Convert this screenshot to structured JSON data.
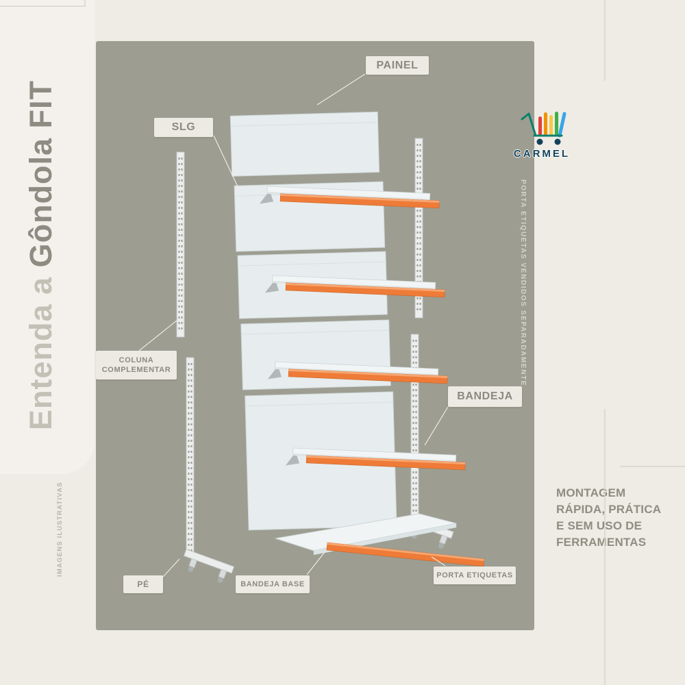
{
  "title": {
    "light": "Entenda a",
    "bold": "Gôndola FIT"
  },
  "part_labels": {
    "painel": "PAINEL",
    "slg": "SLG",
    "coluna_line1": "COLUNA",
    "coluna_line2": "COMPLEMENTAR",
    "bandeja": "BANDEJA",
    "pe": "PÉ",
    "bandeja_base": "BANDEJA BASE",
    "porta_etiquetas": "PORTA ETIQUETAS"
  },
  "notes": {
    "right_vertical": "PORTA ETIQUETAS VENDIDOS SEPARADAMENTE",
    "left_vertical": "IMAGENS ILUSTRATIVAS"
  },
  "brand": {
    "name": "CARMEL"
  },
  "footer": {
    "lines": [
      "MONTAGEM",
      "RÁPIDA, PRÁTICA",
      "E SEM USO DE",
      "FERRAMENTAS"
    ]
  },
  "colors": {
    "background": "#efece6",
    "panel_olive": "#9d9d91",
    "accent_orange": "#ee7b38",
    "label_bg": "#edeae3",
    "label_text": "#8a8a80",
    "brand_navy": "#12415a",
    "shelf_white": "#f1f5f5"
  }
}
